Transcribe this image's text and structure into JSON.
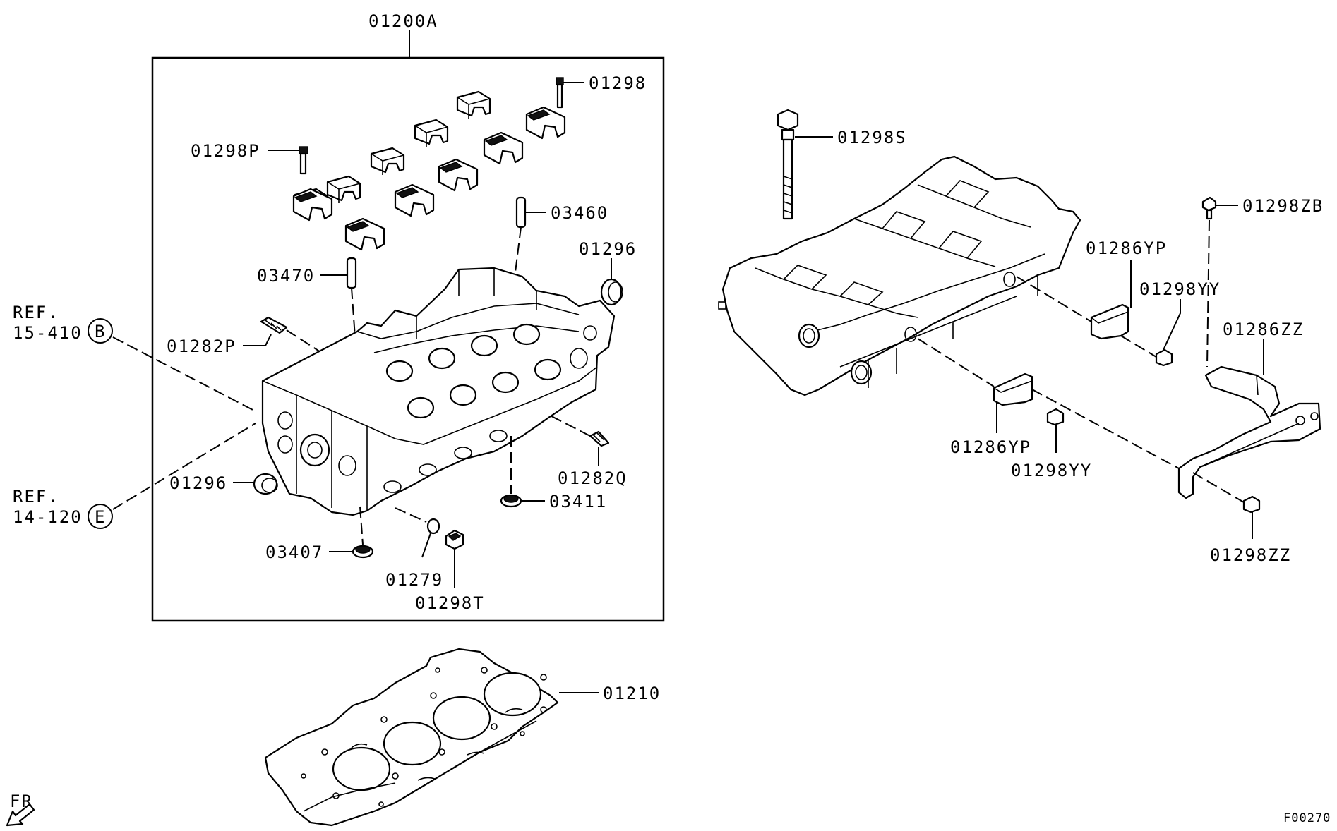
{
  "labels": {
    "assembly": "01200A",
    "bolt_cap": "01298",
    "bolt_cap_p": "01298P",
    "pin_03460": "03460",
    "seal_top": "01296",
    "pin_03470": "03470",
    "stud_p": "01282P",
    "stud_q": "01282Q",
    "seal_left": "01296",
    "plug_03411": "03411",
    "plug_03407": "03407",
    "gasket_01279": "01279",
    "bolt_t": "01298T",
    "head_gasket": "01210",
    "head_bolt": "01298S",
    "bolt_zb": "01298ZB",
    "bracket_yp_top": "01286YP",
    "bolt_yy_top": "01298YY",
    "bracket_zz": "01286ZZ",
    "bracket_yp_bottom": "01286YP",
    "bolt_yy_bottom": "01298YY",
    "bolt_zz": "01298ZZ"
  },
  "refs": {
    "ref_b": {
      "line1": "REF.",
      "line2": "15-410",
      "letter": "B"
    },
    "ref_e": {
      "line1": "REF.",
      "line2": "14-120",
      "letter": "E"
    }
  },
  "front_marker": "FR",
  "figure_code": "F00270"
}
